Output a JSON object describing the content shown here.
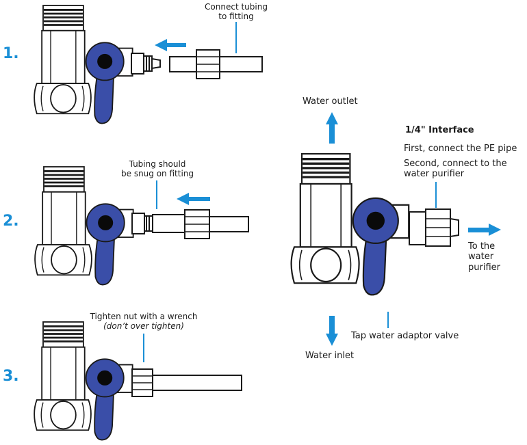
{
  "steps": [
    {
      "number": "1.",
      "caption_lines": [
        "Connect tubing",
        "to fitting"
      ]
    },
    {
      "number": "2.",
      "caption_lines": [
        "Tubing should",
        "be snug on fitting"
      ]
    },
    {
      "number": "3.",
      "caption_lines": [
        "Tighten nut with a wrench",
        "(don’t over tighten)"
      ]
    }
  ],
  "main": {
    "water_outlet": "Water outlet",
    "water_inlet": "Water inlet",
    "interface_title": "1/4\" Interface",
    "first_line": "First, connect the PE pipe",
    "second_line_1": "Second, connect to the",
    "second_line_2": "water purifier",
    "to_purifier_1": "To the",
    "to_purifier_2": "water",
    "to_purifier_3": "purifier",
    "valve_label": "Tap water adaptor valve"
  },
  "colors": {
    "accent_blue": "#1a8fd6",
    "handle_blue": "#3a4ea8",
    "outline": "#1a1a1a"
  }
}
